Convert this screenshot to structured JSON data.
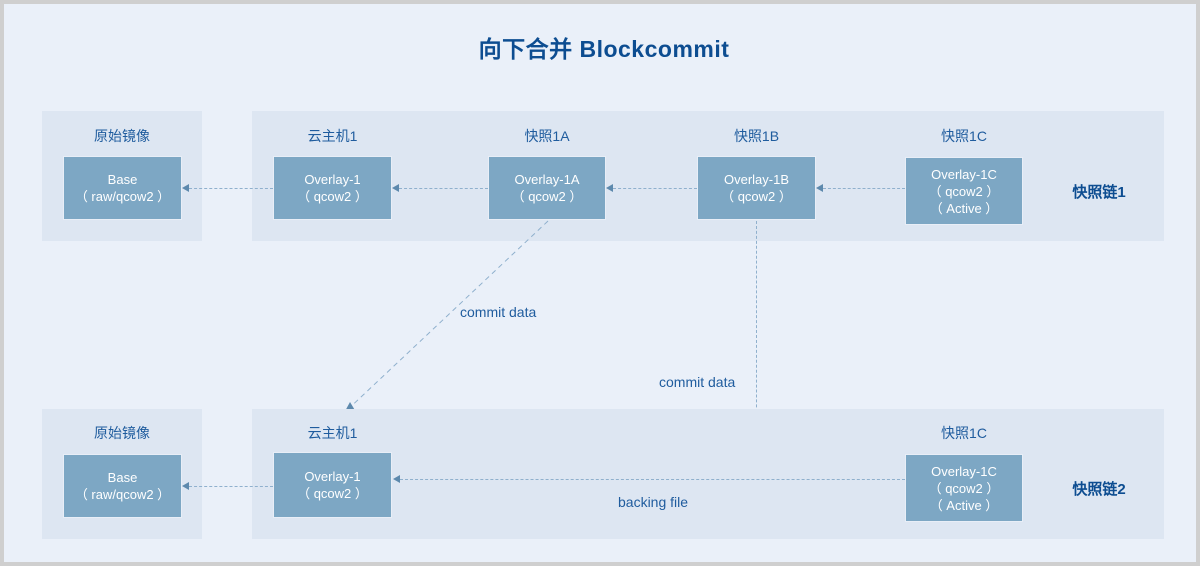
{
  "title": "向下合并 Blockcommit",
  "colors": {
    "background": "#eaf0f9",
    "panel": "#dde6f2",
    "node": "#7da7c4",
    "node_text": "#ffffff",
    "caption": "#1f5c9e",
    "title": "#0d4d91",
    "connector": "#8fb0cd",
    "border": "#cfcfcf"
  },
  "chains": [
    {
      "name": "快照链1",
      "groups": [
        {
          "caption": "原始镜像",
          "node": {
            "lines": [
              "Base",
              "（ raw/qcow2 ）"
            ]
          }
        },
        {
          "caption": "云主机1",
          "node": {
            "lines": [
              "Overlay-1",
              "（ qcow2 ）"
            ]
          }
        },
        {
          "caption": "快照1A",
          "node": {
            "lines": [
              "Overlay-1A",
              "（ qcow2 ）"
            ]
          }
        },
        {
          "caption": "快照1B",
          "node": {
            "lines": [
              "Overlay-1B",
              "（ qcow2 ）"
            ]
          }
        },
        {
          "caption": "快照1C",
          "node": {
            "lines": [
              "Overlay-1C",
              "（ qcow2 ）",
              "（ Active ）"
            ]
          }
        }
      ]
    },
    {
      "name": "快照链2",
      "groups": [
        {
          "caption": "原始镜像",
          "node": {
            "lines": [
              "Base",
              "（ raw/qcow2 ）"
            ]
          }
        },
        {
          "caption": "云主机1",
          "node": {
            "lines": [
              "Overlay-1",
              "（ qcow2 ）"
            ]
          }
        },
        {
          "caption": "快照1C",
          "node": {
            "lines": [
              "Overlay-1C",
              "（ qcow2 ）",
              "（ Active ）"
            ]
          }
        }
      ]
    }
  ],
  "edge_labels": {
    "commit_data_a": "commit data",
    "commit_data_b": "commit data",
    "backing_file": "backing file"
  }
}
